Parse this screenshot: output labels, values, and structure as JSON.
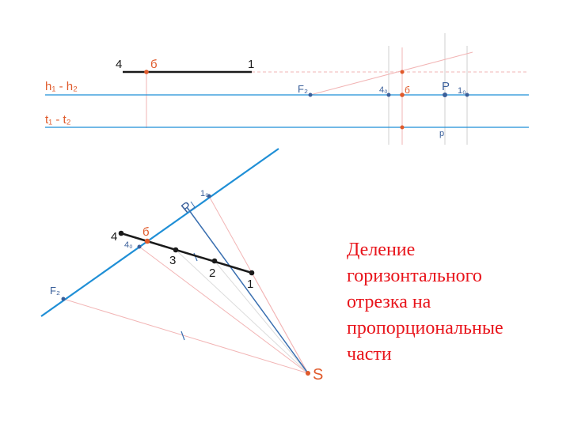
{
  "colors": {
    "blue_line": "#1f8fd6",
    "thin_blue": "#3a6fb0",
    "red_point": "#e05a2b",
    "pink_line": "#f2b5b5",
    "grey_line": "#c8c8c8",
    "black": "#1a1a1a",
    "label_red": "#e05a2b",
    "label_blue": "#3a5f9a",
    "caption_red": "#e8141b"
  },
  "top_view": {
    "label_h": "h₁ - h₂",
    "label_t": "t₁ - t₂",
    "point_4": "4",
    "point_b": "б",
    "point_1": "1",
    "point_F2": "F₂",
    "point_4o": "4₀",
    "point_b2": "б",
    "point_P": "P",
    "point_1o": "1₀",
    "point_p": "p"
  },
  "bottom_view": {
    "point_P": "P",
    "point_1o": "1₀",
    "point_4": "4",
    "point_b": "б",
    "point_4o": "4₀",
    "point_3": "3",
    "point_2": "2",
    "point_1": "1",
    "point_F2": "F₂",
    "point_S": "S"
  },
  "caption": {
    "line1": "Деление",
    "line2": "горизонтального",
    "line3": "отрезка на",
    "line4": "пропорциональные",
    "line5": "части"
  }
}
